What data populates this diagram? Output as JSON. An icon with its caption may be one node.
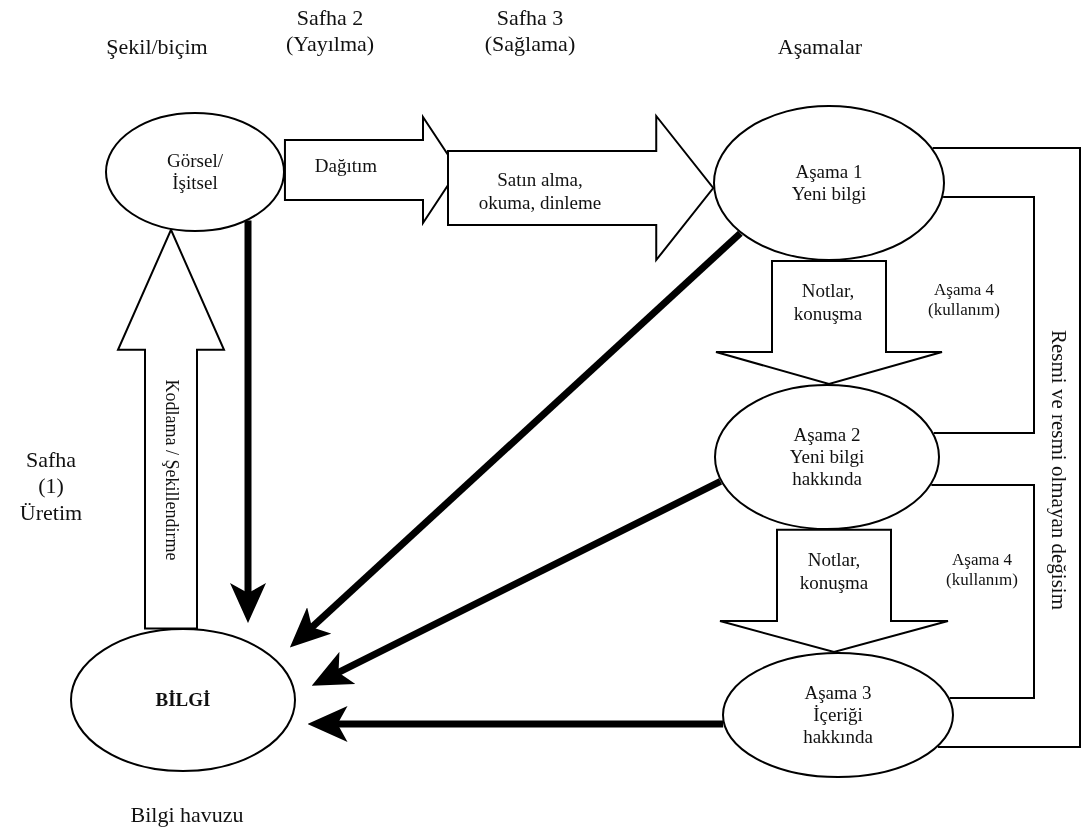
{
  "diagram": {
    "nodes": [
      {
        "text": [
          "Görsel/ İşitsel"
        ]
      },
      {
        "text": [
          "Aşama 1 Yeni bilgi"
        ]
      },
      {
        "text": [
          "Aşama 2 Yeni bilgi hakkında"
        ]
      },
      {
        "text": [
          "Aşama 3 İçeriği hakkında"
        ]
      },
      {
        "text": [
          "BİLGİ"
        ],
        "beside": [
          "Bilgi havuzu"
        ]
      }
    ],
    "edges": [
      {
        "from": 4,
        "to": 0,
        "arrow": "to",
        "label": "Kodlama / Şekillendirme"
      },
      {
        "from": 0,
        "to": 4,
        "arrow": "to"
      },
      {
        "from": 0,
        "to": null,
        "arrow": "to",
        "label": "Dağıtım"
      },
      {
        "from": null,
        "to": 1,
        "arrow": "to",
        "label": "Satın alma, okuma, dinleme"
      },
      {
        "from": 1,
        "to": 4,
        "arrow": "to"
      },
      {
        "from": 2,
        "to": 4,
        "arrow": "to"
      },
      {
        "from": 3,
        "to": 4,
        "arrow": "to"
      },
      {
        "from": 1,
        "to": 2,
        "arrow": "to",
        "label": "Notlar, konuşma"
      },
      {
        "from": 2,
        "to": 3,
        "arrow": "to",
        "label": "Notlar, konuşma"
      },
      {
        "from": 1,
        "to": 2,
        "arrow": "none",
        "label": "Aşama 4 (kullanım)"
      },
      {
        "from": 2,
        "to": 3,
        "arrow": "none",
        "label": "Aşama 4 (kullanım)"
      },
      {
        "from": 1,
        "to": 3,
        "arrow": "none",
        "label": "Resmi ve resmi olmayan değisim"
      }
    ],
    "labels": [
      "Şekil/biçim",
      "Safha 2 (Yayılma)",
      "Safha 3 (Sağlama)",
      "Aşamalar",
      "Safha (1) Üretim"
    ]
  }
}
